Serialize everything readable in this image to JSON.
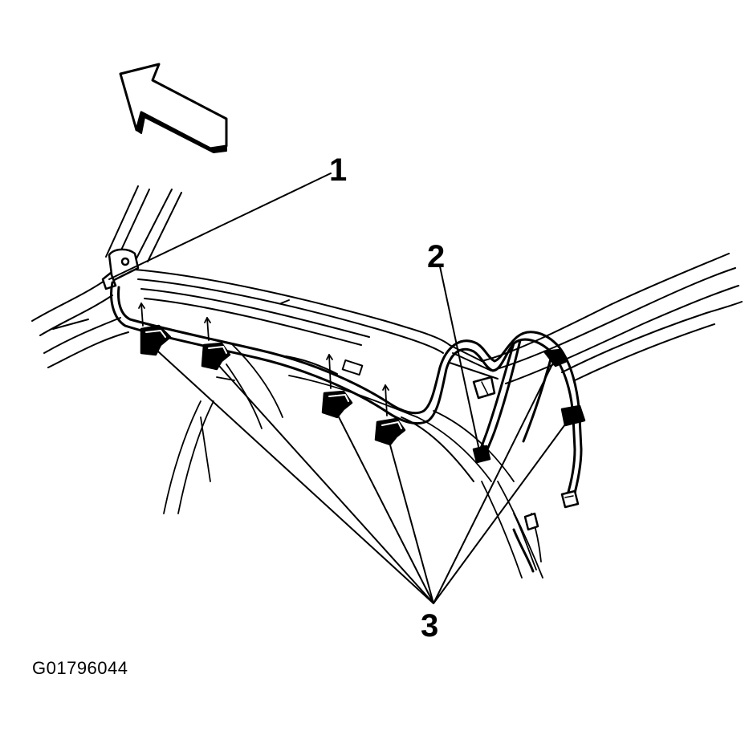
{
  "callouts": {
    "one": "1",
    "two": "2",
    "three": "3"
  },
  "figure_id": "G01796044",
  "colors": {
    "line": "#000000",
    "background": "#ffffff"
  },
  "icons": {
    "direction_arrow": "forward-arrow-icon"
  }
}
